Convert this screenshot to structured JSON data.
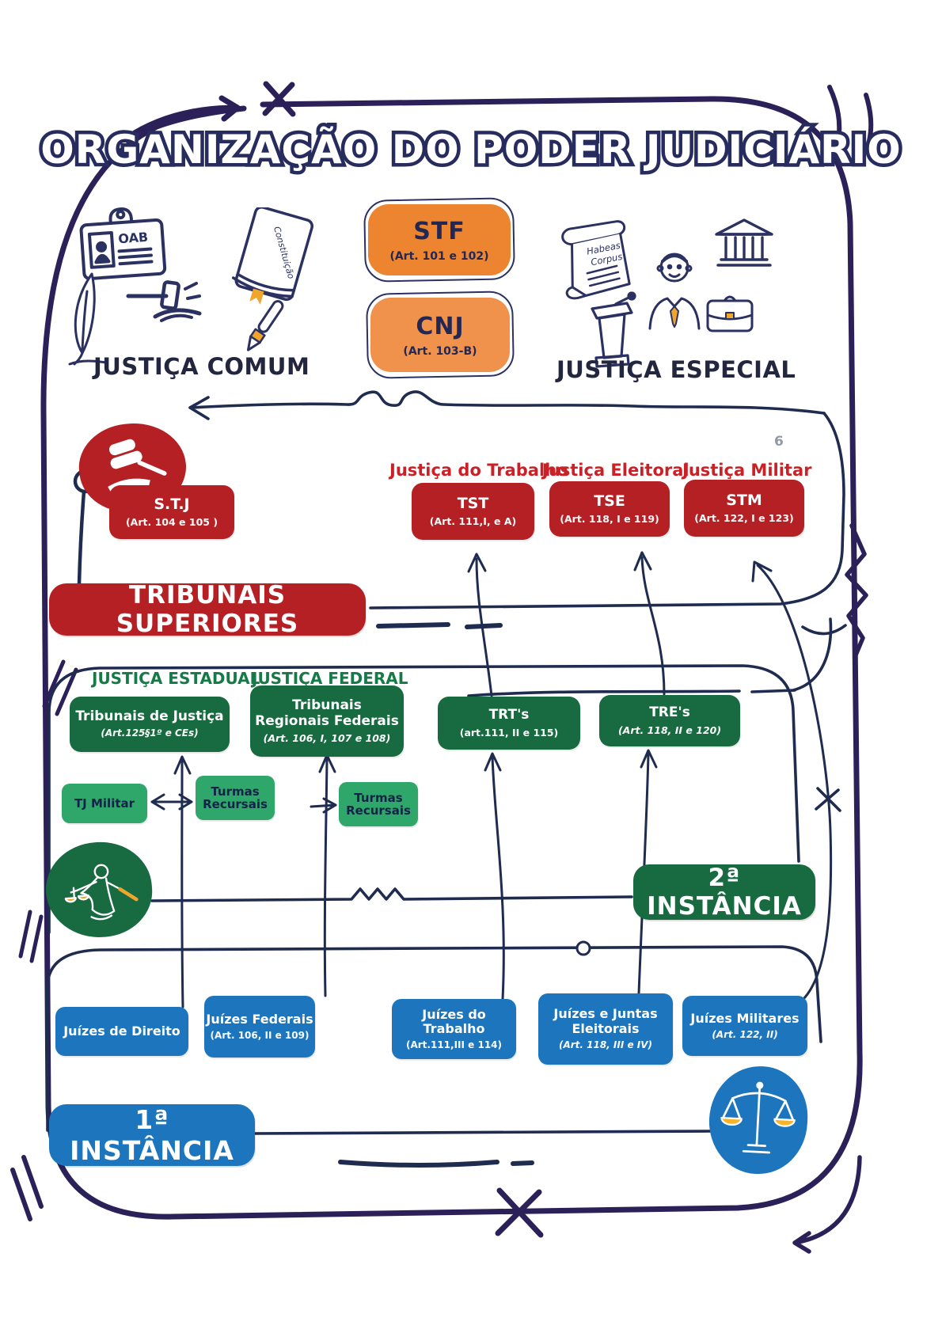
{
  "page_number": "6",
  "title": "ORGANIZAÇÃO DO PODER JUDICIÁRIO",
  "colors": {
    "navy": "#272c5e",
    "line": "#1f2c50",
    "border": "#2b2158",
    "red": "#b52025",
    "red_text": "#ca2127",
    "orange_stf": "#ec8430",
    "orange_cnj": "#f0914c",
    "green_dark": "#186a41",
    "green_light": "#2fa76a",
    "green_text": "#157a47",
    "blue": "#1d76bd",
    "gold": "#f0a52c"
  },
  "apex": {
    "stf_title": "STF",
    "stf_sub": "(Art. 101 e 102)",
    "cnj_title": "CNJ",
    "cnj_sub": "(Art. 103-B)"
  },
  "branches": {
    "left": "JUSTIÇA COMUM",
    "right": "JUSTIÇA ESPECIAL"
  },
  "decorative_icons": {
    "oab_label": "OAB",
    "constitution_label": "Constituição",
    "habeas_line1": "Habeas",
    "habeas_line2": "Corpus",
    "names": [
      "oab-card",
      "constitution-book",
      "quill",
      "gavel",
      "pen",
      "habeas-corpus-scroll",
      "podium",
      "lawyer",
      "bank-building",
      "briefcase",
      "gavel-badge",
      "lady-justice-badge",
      "scales-badge"
    ]
  },
  "superior": {
    "banner": "TRIBUNAIS SUPERIORES",
    "stj": {
      "title": "S.T.J",
      "sub": "(Art. 104 e 105 )"
    },
    "labels": {
      "trabalho": "Justiça do Trabalho",
      "eleitoral": "Justiça Eleitoral",
      "militar": "Justiça Militar"
    },
    "tst": {
      "title": "TST",
      "sub": "(Art. 111,I, e A)"
    },
    "tse": {
      "title": "TSE",
      "sub": "(Art. 118, I e 119)"
    },
    "stm": {
      "title": "STM",
      "sub": "(Art. 122, I e 123)"
    }
  },
  "second_instance": {
    "banner": "2ª INSTÂNCIA",
    "estadual": "JUSTIÇA ESTADUAL",
    "federal": "JUSTIÇA FEDERAL",
    "tj": {
      "title": "Tribunais de Justiça",
      "sub": "(Art.125§1º e CEs)"
    },
    "trf": {
      "title": "Tribunais Regionais Federais",
      "sub": "(Art. 106, I, 107 e 108)"
    },
    "trt": {
      "title": "TRT's",
      "sub": "(art.111, II e 115)"
    },
    "tre": {
      "title": "TRE's",
      "sub": "(Art. 118, II e 120)"
    },
    "tj_militar": "TJ Militar",
    "turmas_recursais_1": "Turmas Recursais",
    "turmas_recursais_2": "Turmas Recursais"
  },
  "first_instance": {
    "banner": "1ª INSTÂNCIA",
    "direito": {
      "title": "Juízes de Direito"
    },
    "federais": {
      "title": "Juízes Federais",
      "sub": "(Art. 106, II e 109)"
    },
    "trabalho": {
      "title": "Juízes do Trabalho",
      "sub": "(Art.111,III e 114)"
    },
    "eleitorais": {
      "title": "Juízes e Juntas Eleitorais",
      "sub": "(Art. 118, III e IV)"
    },
    "militares": {
      "title": "Juízes Militares",
      "sub": "(Art. 122, II)"
    }
  }
}
